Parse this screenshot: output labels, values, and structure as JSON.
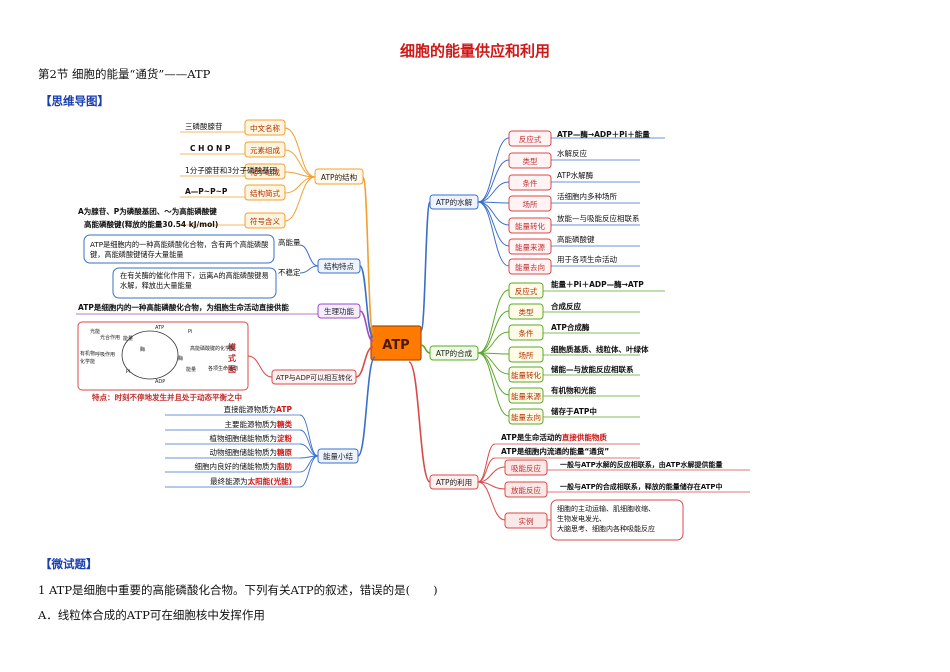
{
  "title": "细胞的能量供应和利用",
  "section": "第2节 细胞的能量“通货”——ATP",
  "mindmap_heading": "【思维导图】",
  "quiz_heading": "【微试题】",
  "question": "1 ATP是细胞中重要的高能磷酸化合物。下列有关ATP的叙述，错误的是(　　)",
  "option_a": "A．线粒体合成的ATP可在细胞核中发挥作用",
  "mindmap": {
    "center": "ATP",
    "left": {
      "structure": {
        "label": "ATP的结构",
        "items": [
          {
            "key": "中文名称",
            "value": "三磷酸腺苷"
          },
          {
            "key": "元素组成",
            "value": "C H O N P"
          },
          {
            "key": "化学组成",
            "value": "1分子腺苷和3分子磷酸基团"
          },
          {
            "key": "结构简式",
            "value": "A—P~P~P"
          },
          {
            "key": "符号含义",
            "value": "A为腺苷、P为磷酸基团、～为高能磷酸键",
            "value2": "高能磷酸键(释放的能量30.54 kJ/mol)"
          }
        ]
      },
      "features": {
        "label": "结构特点",
        "items": [
          {
            "key": "高能量",
            "value": "ATP是细胞内的一种高能磷酸化合物，含有两个高能磷酸键，高能磷酸键储存大量能量"
          },
          {
            "key": "不稳定",
            "value": "在有关酶的催化作用下，远离A的高能磷酸键易水解，释放出大量能量"
          }
        ]
      },
      "function": {
        "label": "生理功能",
        "value": "ATP是细胞内的一种高能磷酸化合物，为细胞生命活动直接供能"
      },
      "mutual": {
        "label": "ATP与ADP可以相互转化",
        "diagram_title": "模式图",
        "note": "特点：时刻不停地发生并且处于动态平衡之中",
        "diagram_labels": [
          "光能",
          "光合作用",
          "能量",
          "ATP",
          "Pi",
          "有机物",
          "化学能",
          "呼吸作用",
          "酶",
          "高能磷酸键的化学能",
          "酶",
          "能量",
          "各项生命活动",
          "ADP",
          "Pi"
        ]
      },
      "summary": {
        "label": "能量小结",
        "items": [
          {
            "text": "直接能源物质为",
            "hl": "ATP"
          },
          {
            "text": "主要能源物质为",
            "hl": "糖类"
          },
          {
            "text": "植物细胞储能物质为",
            "hl": "淀粉"
          },
          {
            "text": "动物细胞储能物质为",
            "hl": "糖原"
          },
          {
            "text": "细胞内良好的储能物质为",
            "hl": "脂肪"
          },
          {
            "text": "最终能源为",
            "hl": "太阳能(光能)"
          }
        ]
      }
    },
    "right": {
      "hydrolysis": {
        "label": "ATP的水解",
        "items": [
          {
            "key": "反应式",
            "value": "ATP—酶→ADP＋Pi＋能量"
          },
          {
            "key": "类型",
            "value": "水解反应"
          },
          {
            "key": "条件",
            "value": "ATP水解酶"
          },
          {
            "key": "场所",
            "value": "活细胞内多种场所"
          },
          {
            "key": "能量转化",
            "value": "放能—与吸能反应相联系"
          },
          {
            "key": "能量来源",
            "value": "高能磷酸键"
          },
          {
            "key": "能量去向",
            "value": "用于各项生命活动"
          }
        ]
      },
      "synthesis": {
        "label": "ATP的合成",
        "items": [
          {
            "key": "反应式",
            "value": "能量＋Pi＋ADP—酶→ATP"
          },
          {
            "key": "类型",
            "value": "合成反应"
          },
          {
            "key": "条件",
            "value": "ATP合成酶"
          },
          {
            "key": "场所",
            "value": "细胞质基质、线粒体、叶绿体"
          },
          {
            "key": "能量转化",
            "value": "储能—与放能反应相联系"
          },
          {
            "key": "能量来源",
            "value": "有机物和光能"
          },
          {
            "key": "能量去向",
            "value": "储存于ATP中"
          }
        ]
      },
      "usage": {
        "label": "ATP的利用",
        "top1": {
          "text": "ATP是生命活动的",
          "hl": "直接供能物质"
        },
        "top2": "ATP是细胞内流通的能量“通货”",
        "items": [
          {
            "key": "吸能反应",
            "value": "一般与ATP水解的反应相联系，由ATP水解提供能量"
          },
          {
            "key": "放能反应",
            "value": "一般与ATP的合成相联系，释放的能量储存在ATP中"
          },
          {
            "key": "实例",
            "value": "细胞的主动运输、肌细胞收缩、生物发电发光、大脑思考、细胞内各种吸能反应"
          }
        ]
      }
    }
  },
  "colors": {
    "title": "#d01818",
    "heading": "#1a3fb0",
    "orange": "#f0a030",
    "blue": "#3a6fc8",
    "purple": "#9b4bc8",
    "green": "#5aa82a",
    "red": "#d84a4a",
    "center": "#ff7a00"
  }
}
